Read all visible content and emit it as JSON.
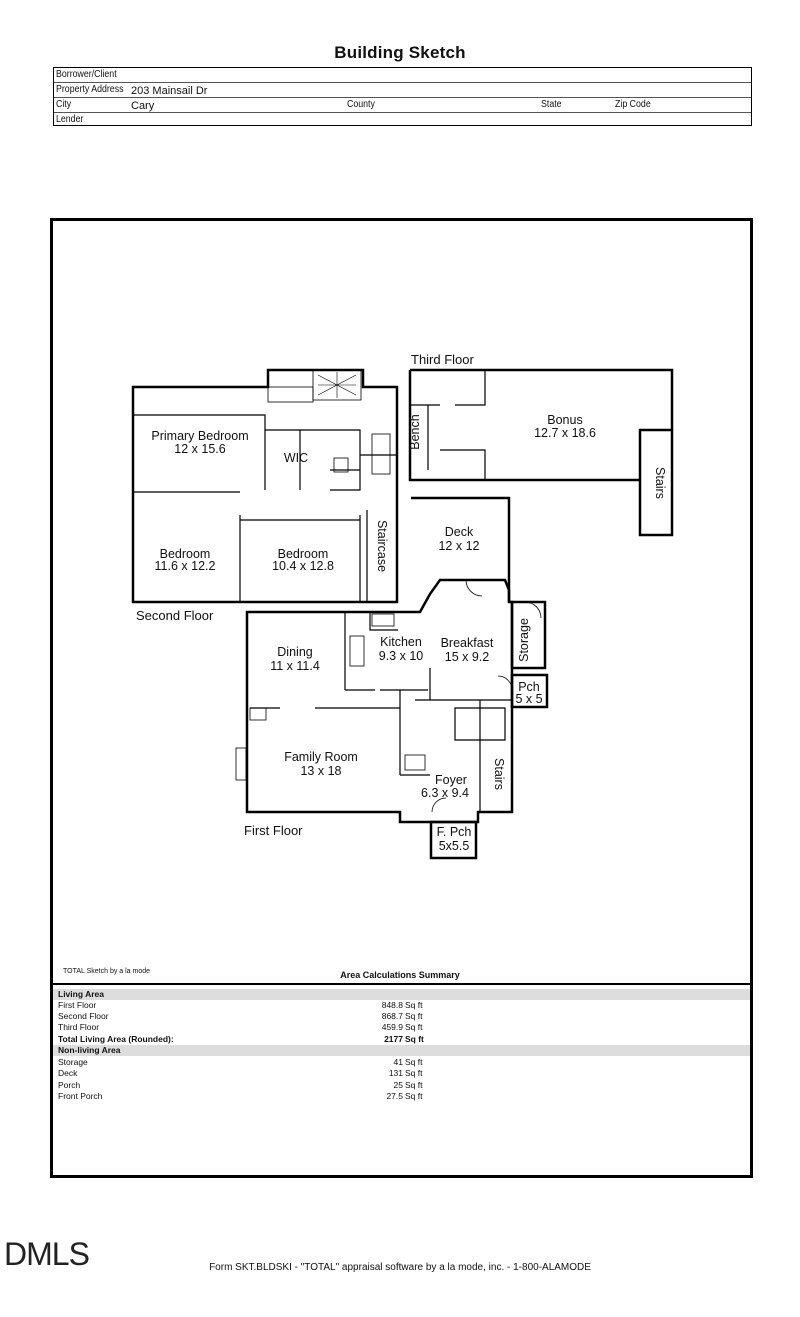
{
  "title": "Building Sketch",
  "info": {
    "borrower_label": "Borrower/Client",
    "address_label": "Property Address",
    "address_value": "203 Mainsail Dr",
    "city_label": "City",
    "city_value": "Cary",
    "county_label": "County",
    "state_label": "State",
    "zip_label": "Zip Code",
    "lender_label": "Lender"
  },
  "floors": {
    "third": "Third Floor",
    "second": "Second Floor",
    "first": "First Floor"
  },
  "rooms": {
    "bonus": {
      "name": "Bonus",
      "dims": "12.7 x 18.6"
    },
    "bench": "Bench",
    "stairs_top": "Stairs",
    "primary": {
      "name": "Primary Bedroom",
      "dims": "12 x 15.6"
    },
    "wic": "WIC",
    "bedroom1": {
      "name": "Bedroom",
      "dims": "11.6 x 12.2"
    },
    "bedroom2": {
      "name": "Bedroom",
      "dims": "10.4 x 12.8"
    },
    "staircase": "Staircase",
    "deck": {
      "name": "Deck",
      "dims": "12 x 12"
    },
    "storage": "Storage",
    "pch": {
      "name": "Pch",
      "dims": "5 x 5"
    },
    "dining": {
      "name": "Dining",
      "dims": "11 x 11.4"
    },
    "kitchen": {
      "name": "Kitchen",
      "dims": "9.3 x 10"
    },
    "breakfast": {
      "name": "Breakfast",
      "dims": "15 x 9.2"
    },
    "family": {
      "name": "Family Room",
      "dims": "13 x 18"
    },
    "foyer": {
      "name": "Foyer",
      "dims": "6.3 x 9.4"
    },
    "stairs_first": "Stairs",
    "fpch": {
      "name": "F. Pch",
      "dims": "5x5.5"
    }
  },
  "area": {
    "sketch_note": "TOTAL Sketch by a la mode",
    "title": "Area Calculations Summary",
    "living_head": "Living Area",
    "living": [
      {
        "name": "First Floor",
        "value": "848.8",
        "unit": "Sq ft"
      },
      {
        "name": "Second Floor",
        "value": "868.7",
        "unit": "Sq ft"
      },
      {
        "name": "Third Floor",
        "value": "459.9",
        "unit": "Sq ft"
      }
    ],
    "total": {
      "name": "Total Living Area (Rounded):",
      "value": "2177",
      "unit": "Sq ft"
    },
    "nonliving_head": "Non-living Area",
    "nonliving": [
      {
        "name": "Storage",
        "value": "41",
        "unit": "Sq ft"
      },
      {
        "name": "Deck",
        "value": "131",
        "unit": "Sq ft"
      },
      {
        "name": "Porch",
        "value": "25",
        "unit": "Sq ft"
      },
      {
        "name": "Front Porch",
        "value": "27.5",
        "unit": "Sq ft"
      }
    ]
  },
  "footer": "Form SKT.BLDSKI - \"TOTAL\" appraisal software by a la mode, inc. - 1-800-ALAMODE",
  "logo": "DMLS"
}
